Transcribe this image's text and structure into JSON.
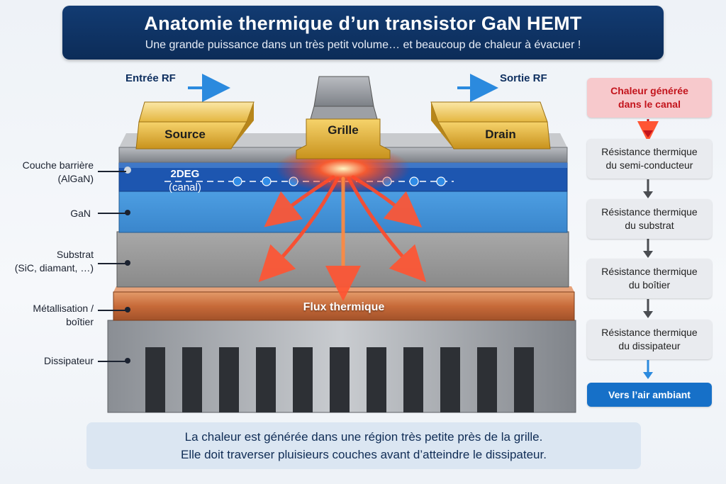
{
  "header": {
    "title": "Anatomie thermique d’un transistor GaN HEMT",
    "subtitle": "Une grande puissance dans un très petit volume… et beaucoup de chaleur à évacuer !"
  },
  "io": {
    "input": "Entrée RF",
    "output": "Sortie RF"
  },
  "contacts": {
    "source": "Source",
    "gate": "Grille",
    "drain": "Drain"
  },
  "channel": {
    "line1": "2DEG",
    "line2": "(canal)"
  },
  "flux_label": "Flux thermique",
  "layers": [
    {
      "line1": "Couche barrière",
      "line2": "(AlGaN)"
    },
    {
      "line1": "GaN",
      "line2": ""
    },
    {
      "line1": "Substrat",
      "line2": "(SiC, diamant, …)"
    },
    {
      "line1": "Métallisation /",
      "line2": "boîtier"
    },
    {
      "line1": "Dissipateur",
      "line2": ""
    }
  ],
  "thermal_chain": [
    {
      "line1": "Chaleur générée",
      "line2": "dans le canal"
    },
    {
      "line1": "Résistance thermique",
      "line2": "du semi-conducteur"
    },
    {
      "line1": "Résistance thermique",
      "line2": "du substrat"
    },
    {
      "line1": "Résistance thermique",
      "line2": "du boîtier"
    },
    {
      "line1": "Résistance thermique",
      "line2": "du dissipateur"
    },
    {
      "line1": "Vers l’air ambiant",
      "line2": ""
    }
  ],
  "footer": {
    "line1": "La chaleur est générée dans une région très petite près de la grille.",
    "line2": "Elle doit traverser pluisieurs couches avant d’atteindre le dissipateur."
  },
  "colors": {
    "navy": "#123b72",
    "hot": "#c3141c",
    "air": "#1670c8",
    "gold": "#e8b83a",
    "gan": "#3d8fd6"
  }
}
